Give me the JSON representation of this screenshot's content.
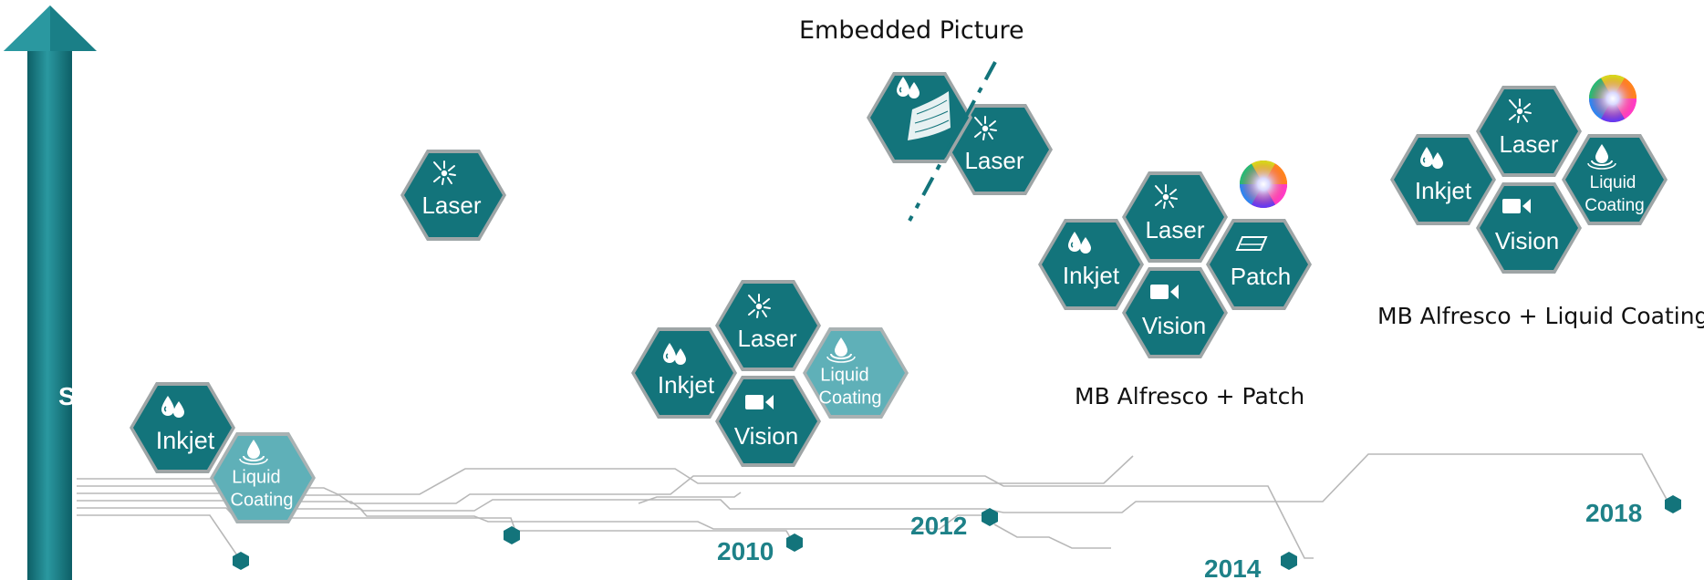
{
  "captions": {
    "embedded": "Embedded Picture",
    "patch": "MB Alfresco + Patch",
    "liquid": "MB Alfresco + Liquid Coating"
  },
  "axis_partial_label": "S",
  "years": [
    "2010",
    "2012",
    "2014",
    "2018"
  ],
  "modules": {
    "laser": "Laser",
    "inkjet": "Inkjet",
    "vision": "Vision",
    "patch": "Patch",
    "liquid_line1": "Liquid",
    "liquid_line2": "Coating"
  },
  "colors": {
    "hex_dark": "#13747b",
    "hex_light": "#5fb0b8",
    "hex_border": "#cfcfcf",
    "arrow": "#1a7f87",
    "circuit_line": "#b8b8b8",
    "node": "#13747b",
    "year": "#1e8188"
  },
  "icons": [
    "laser-icon",
    "inkjet-drops-icon",
    "video-camera-icon",
    "patch-icon",
    "liquid-drop-icon",
    "color-wheel-icon",
    "embedded-picture-icon"
  ]
}
